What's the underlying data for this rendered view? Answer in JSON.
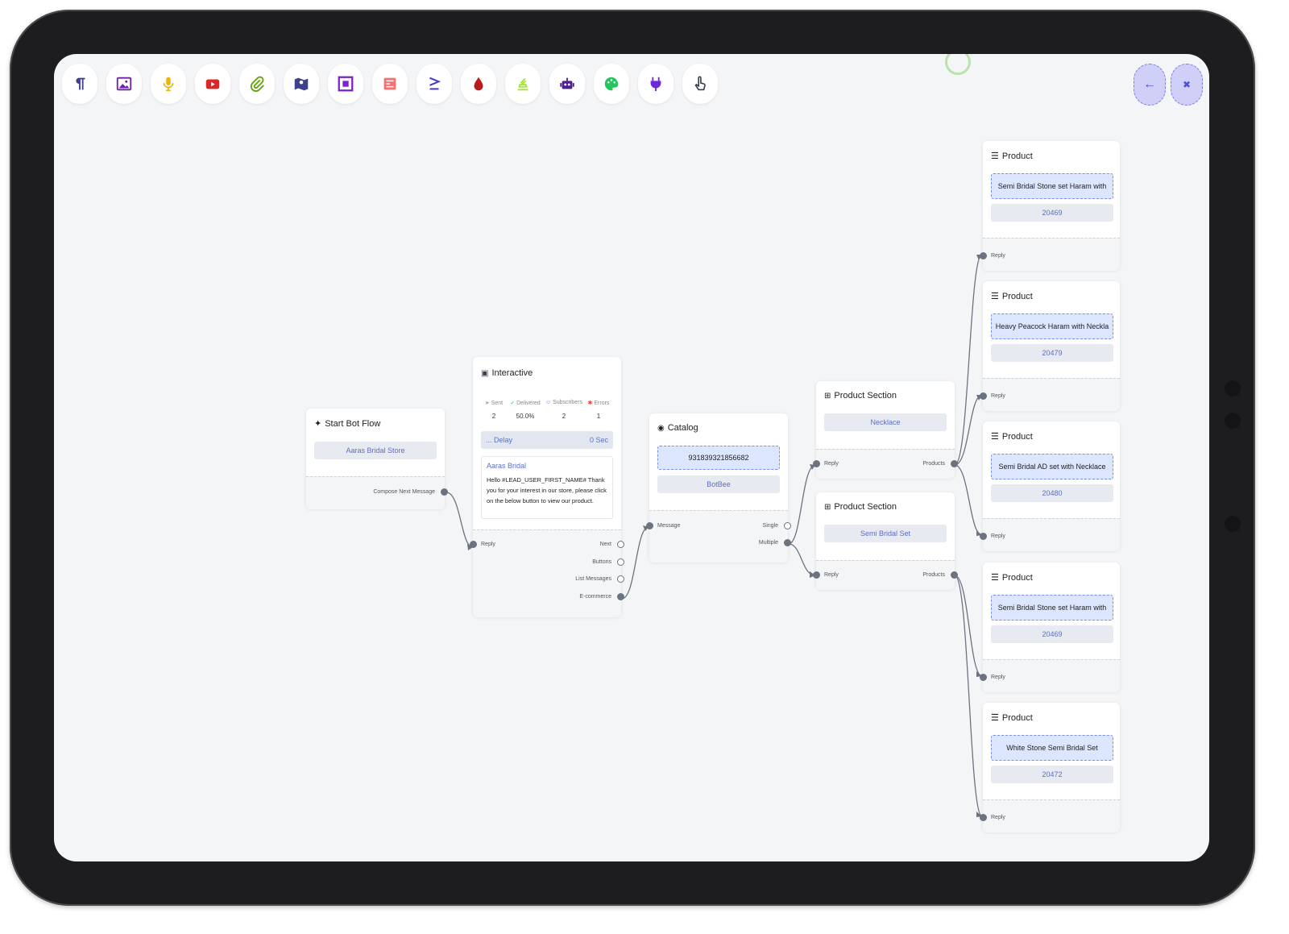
{
  "toolbar": {
    "tools": [
      {
        "icon": "paragraph-icon",
        "color": "#3f3f8f"
      },
      {
        "icon": "image-icon",
        "color": "#6b21a8"
      },
      {
        "icon": "microphone-icon",
        "color": "#eab308"
      },
      {
        "icon": "youtube-icon",
        "color": "#dc2626"
      },
      {
        "icon": "paperclip-icon",
        "color": "#65a30d"
      },
      {
        "icon": "map-icon",
        "color": "#3f3f8f"
      },
      {
        "icon": "frame-icon",
        "color": "#7e22ce"
      },
      {
        "icon": "newspaper-icon",
        "color": "#f87171"
      },
      {
        "icon": "greater-equal-icon",
        "color": "#4338ca"
      },
      {
        "icon": "droplet-icon",
        "color": "#b91c1c"
      },
      {
        "icon": "stack-icon",
        "color": "#a3e635"
      },
      {
        "icon": "robot-icon",
        "color": "#4c1d95"
      },
      {
        "icon": "palette-icon",
        "color": "#22c55e"
      },
      {
        "icon": "plug-icon",
        "color": "#6d28d9"
      },
      {
        "icon": "pointer-icon",
        "color": "#374151"
      }
    ]
  },
  "nav": {
    "back_icon": "arrow-left-icon",
    "collapse_icon": "compress-icon"
  },
  "start": {
    "title": "Start Bot Flow",
    "store": "Aaras Bridal Store",
    "out_label": "Compose Next Message"
  },
  "interactive": {
    "title": "Interactive",
    "stats": [
      {
        "label": "Sent",
        "value": "2",
        "color": "#9aa4b2"
      },
      {
        "label": "Delivered",
        "value": "50.0%",
        "color": "#22c55e"
      },
      {
        "label": "Subscribers",
        "value": "2",
        "color": "#6b7fd8"
      },
      {
        "label": "Errors",
        "value": "1",
        "color": "#ef4444"
      }
    ],
    "delay_label": "... Delay",
    "delay_value": "0 Sec",
    "sender": "Aaras Bridal",
    "message": "Hello #LEAD_USER_FIRST_NAME# Thank you for your interest in our store, please click on the below button to view our product.",
    "in_label": "Reply",
    "outputs": [
      "Next",
      "Buttons",
      "List Messages",
      "E-commerce"
    ]
  },
  "catalog": {
    "title": "Catalog",
    "catalog_id": "931839321856682",
    "name": "BotBee",
    "in_label": "Message",
    "outputs": [
      "Single",
      "Multiple"
    ]
  },
  "sections": [
    {
      "title": "Product Section",
      "value": "Necklace",
      "in_label": "Reply",
      "out_label": "Products"
    },
    {
      "title": "Product Section",
      "value": "Semi Bridal Set",
      "in_label": "Reply",
      "out_label": "Products"
    }
  ],
  "products": [
    {
      "title": "Product",
      "name": "Semi Bridal Stone set Haram with",
      "code": "20469",
      "in_label": "Reply"
    },
    {
      "title": "Product",
      "name": "Heavy Peacock Haram with Neckla",
      "code": "20479",
      "in_label": "Reply"
    },
    {
      "title": "Product",
      "name": "Semi Bridal AD set with Necklace",
      "code": "20480",
      "in_label": "Reply"
    },
    {
      "title": "Product",
      "name": "Semi Bridal Stone set Haram with",
      "code": "20469",
      "in_label": "Reply"
    },
    {
      "title": "Product",
      "name": "White Stone Semi Bridal Set",
      "code": "20472",
      "in_label": "Reply"
    }
  ]
}
